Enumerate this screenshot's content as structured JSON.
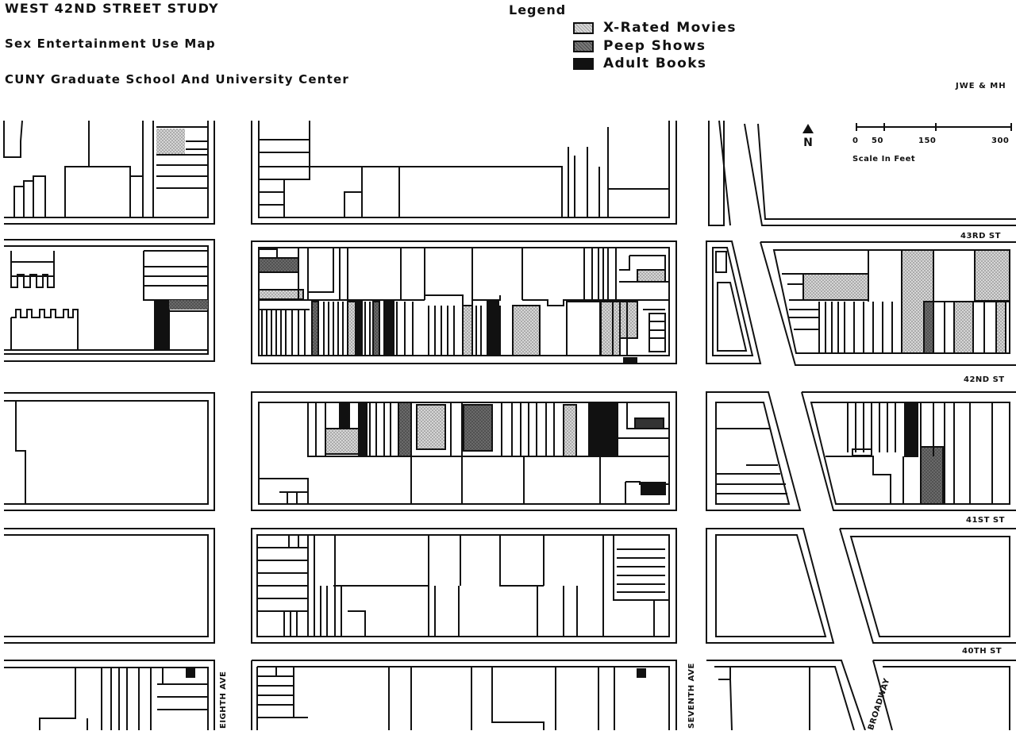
{
  "header": {
    "title": "WEST 42ND STREET STUDY",
    "subtitle": "Sex Entertainment Use Map",
    "institution": "CUNY Graduate School And University Center",
    "credit": "JWE & MH"
  },
  "legend": {
    "title": "Legend",
    "items": [
      {
        "label": "X-Rated Movies",
        "pattern": "light-dots",
        "color": "#bdbdbd"
      },
      {
        "label": "Peep Shows",
        "pattern": "dark-dots",
        "color": "#6e6e6e"
      },
      {
        "label": "Adult Books",
        "pattern": "solid",
        "color": "#111111"
      }
    ]
  },
  "north_arrow": {
    "label": "N",
    "icon": "north-arrow-icon"
  },
  "scale": {
    "ticks": [
      "0",
      "50",
      "150",
      "300"
    ],
    "caption": "Scale In Feet"
  },
  "streets": {
    "s43": "43RD ST",
    "s42": "42ND ST",
    "s41": "41ST ST",
    "s40": "40TH ST"
  },
  "avenues": {
    "eighth": "EIGHTH AVE",
    "seventh": "SEVENTH AVE",
    "broadway": "BROADWAY"
  }
}
